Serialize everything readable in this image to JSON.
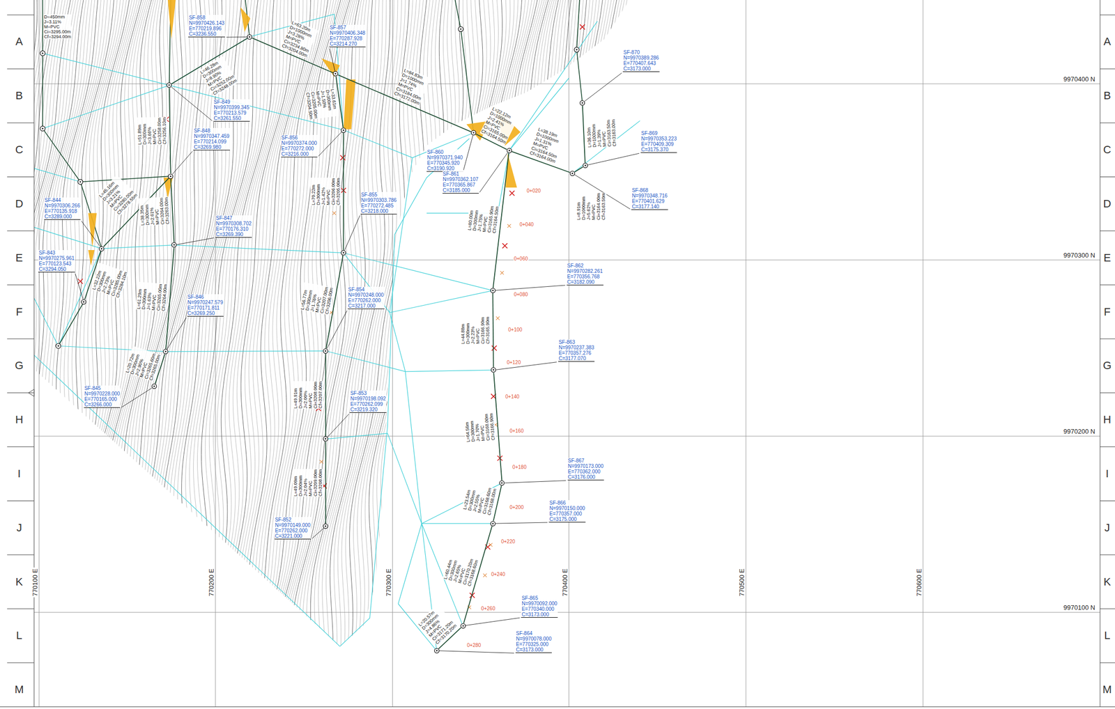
{
  "diagram": {
    "nodes": [
      {
        "text": [
          "SF-858 N=9970426.143 E=770219.896 C=3236.550"
        ]
      },
      {
        "text": [
          "SF-857 N=9970406.348 E=770287.928 C=3214.270"
        ]
      },
      {
        "text": [
          "SF-849 N=9970399.345 E=770213.579 C=3261.550"
        ]
      },
      {
        "text": [
          "SF-860 N=9970371.940 E=770345.920 C=3190.920"
        ]
      },
      {
        "text": [
          "SF-870 N=9970389.286 E=770407.643 C=3173.000"
        ]
      },
      {
        "text": [
          "SF-856 N=9970374.000 E=770272.000 C=3216.000"
        ]
      },
      {
        "text": [
          "SF-861 N=9970362.107 E=770365.867 C=3185.000"
        ]
      },
      {
        "text": [
          "SF-869 N=9970353.223 E=770409.309 C=3175.370"
        ]
      },
      {
        "text": [
          "SF-868 N=9970348.716 E=770401.629 C=3177.140"
        ]
      },
      {
        "text": [
          "SF-848 N=9970347.459 E=770214.099 C=3269.980"
        ]
      },
      {
        "text": [
          "SF-844 N=9970306.266 E=770135.918 C=3289.000"
        ]
      },
      {
        "text": [
          "SF-847 N=9970308.702 E=770176.310 C=3269.390"
        ]
      },
      {
        "text": [
          "SF-855 N=9970303.786 E=770272.485 C=3218.000"
        ]
      },
      {
        "text": [
          "SF-862 N=9970282.261 E=770356.768 C=3182.090"
        ]
      },
      {
        "text": [
          "SF-843 N=9970275.961 E=770123.543 C=3294.050"
        ]
      },
      {
        "text": [
          "SF-846 N=9970247.579 E=770171.811 C=3269.250"
        ]
      },
      {
        "text": [
          "SF-854 N=9970248.000 E=770262.000 C=3217.000"
        ]
      },
      {
        "text": [
          "SF-863 N=9970237.383 E=770357.276 C=3177.070"
        ]
      },
      {
        "text": [
          "SF-845 N=9970228.000 E=770165.000 C=3266.000"
        ]
      },
      {
        "text": [
          "SF-853 N=9970198.092 E=770262.099 C=3219.320"
        ]
      },
      {
        "text": [
          "SF-867 N=9970173.000 E=770362.000 C=3176.000"
        ]
      },
      {
        "text": [
          "SF-866 N=9970150.000 E=770357.000 C=3175.000"
        ]
      },
      {
        "text": [
          "SF-852 N=9970149.000 E=770262.000 C=3221.000"
        ]
      },
      {
        "text": [
          "SF-865 N=9970092.000 E=770340.000 C=3173.000"
        ]
      },
      {
        "text": [
          "SF-864 N=9970078.000 E=770325.000 C=3173.000"
        ]
      }
    ],
    "edges": [
      {
        "from": 0,
        "to": 1,
        "arrow": "none",
        "label": "L=63.20m D=1000mm J=3.28% M=PVC Ci=3234.80m Cf=3204.00m"
      },
      {
        "from": 1,
        "to": 3,
        "arrow": "none",
        "label": "L=84.83m D=1000mm J=1.74% M=PVC Ci=3184.00m Cf=3172.00m"
      },
      {
        "from": 3,
        "to": 6,
        "arrow": "none",
        "label": "L=22.12m D=1000mm J=2.41% M=PVC Ci=3165.00m Cf=3164.50m"
      },
      {
        "from": 6,
        "to": 8,
        "arrow": "none",
        "label": "L=38.19m D=1000mm J=1.31% M=PVC Ci=3164.50m Cf=3164.00m"
      },
      {
        "from": 8,
        "to": 7,
        "arrow": "none",
        "label": "L=8.91m D=1000mm J=5.62% M=PVC Ci=3164.00m Cf=3163.50m"
      },
      {
        "from": 4,
        "to": 7,
        "arrow": "none",
        "label": "L=36.10m D=1000mm J=1.39% M=PVC Ci=3163.50m Cf=3163.00m"
      },
      {
        "from": 6,
        "to": 13,
        "arrow": "none",
        "label": "L=80.00m D=300mm J=1.75% M=PVC Ci=3165.90m Cf=3164.50m"
      },
      {
        "from": 13,
        "to": 17,
        "arrow": "none",
        "label": "L=44.88m D=300mm J=2.23% M=PVC Ci=3166.90m Cf=3165.90m"
      },
      {
        "from": 17,
        "to": 20,
        "arrow": "none",
        "label": "L=64.56m D=300mm J=1.70% M=PVC Ci=3168.00m Cf=3166.90m"
      },
      {
        "from": 20,
        "to": 21,
        "arrow": "none",
        "label": "L=23.54m D=300mm J=2.55% M=PVC Ci=3168.60m Cf=3168.00m"
      },
      {
        "from": 21,
        "to": 23,
        "arrow": "none",
        "label": "L=60.44m D=300mm J=2.65% M=PVC Ci=3170.20m Cf=3168.60m"
      },
      {
        "from": 23,
        "to": 24,
        "arrow": "none",
        "label": "L=20.57m D=300mm J=4.86% M=PVC Ci=3171.20m Cf=3170.20m"
      },
      {
        "from": 1,
        "to": 5,
        "arrow": "none",
        "label": "L=33.61m D=300mm J=1.50% M=PVC Ci=3205.00m Cf=3204.50m"
      },
      {
        "from": 5,
        "to": 12,
        "arrow": "none",
        "label": "L=70.22m D=300mm J=1.42% M=PVC Ci=3206.00m Cf=3205.00m"
      },
      {
        "from": 12,
        "to": 16,
        "arrow": "none",
        "label": "L=56.77m D=300mm J=1.76% M=PVC Ci=3207.00m Cf=3206.00m"
      },
      {
        "from": 16,
        "to": 19,
        "arrow": "none",
        "label": "L=49.91m D=300mm J=2.00% M=PVC Ci=3208.00m Cf=3207.00m"
      },
      {
        "from": 19,
        "to": 22,
        "arrow": "none",
        "label": "L=49.09m D=300mm J=2.04% M=PVC Ci=3209.00m Cf=3208.00m"
      },
      {
        "from": 0,
        "to": 2,
        "arrow": "none",
        "label": "L=46.28m D=300mm J=8.90% M=PVC Ci=3252.00m Cf=3248.00m"
      },
      {
        "from": 2,
        "to": 9,
        "arrow": "none",
        "label": "L=51.89m D=300mm J=3.66% M=PVC Ci=3258.00m Cf=3256.10m"
      },
      {
        "from": 9,
        "to": 11,
        "arrow": "none",
        "label": "L=38.35m D=300mm J=2.61% M=PVC Ci=3264.00m Cf=3263.00m"
      },
      {
        "from": 11,
        "to": 15,
        "arrow": "none",
        "label": "L=61.29m D=300mm J=1.63% M=PVC Ci=3265.00m Cf=3264.00m"
      },
      {
        "from": 15,
        "to": 18,
        "arrow": "none",
        "label": "L=20.72m D=300mm J=2.90% M=PVC Ci=3265.60m Cf=3265.00m"
      },
      {
        "from": 9,
        "to": 10,
        "arrow": "none",
        "label": "L=45.16m D=300mm J=3.21% M=PVC Ci=3280.00m Cf=3278.55m"
      },
      {
        "from": 10,
        "to": 14,
        "arrow": "none",
        "label": "L=32.22m D=300mm J=2.73% M=PVC Ci=3285.00m Cf=3284.10m"
      }
    ],
    "labels": [
      "A",
      "B",
      "C",
      "D",
      "E",
      "F",
      "G",
      "H",
      "I",
      "J",
      "K",
      "L",
      "M",
      "A",
      "B",
      "C",
      "D",
      "E",
      "F",
      "G",
      "H",
      "I",
      "J",
      "K",
      "L",
      "M",
      "770100 E",
      "770200 E",
      "770300 E",
      "770400 E",
      "770500 E",
      "770600 E",
      "9970400 N",
      "9970300 N",
      "9970200 N",
      "9970100 N",
      "0+020",
      "0+040",
      "0+060",
      "0+080",
      "0+100",
      "0+120",
      "0+140",
      "0+160",
      "0+180",
      "0+200",
      "0+220",
      "0+240",
      "0+260",
      "0+280",
      "D=450mm J=3.11% M=PVC Ci=3295.00m Cf=3294.00m"
    ]
  }
}
